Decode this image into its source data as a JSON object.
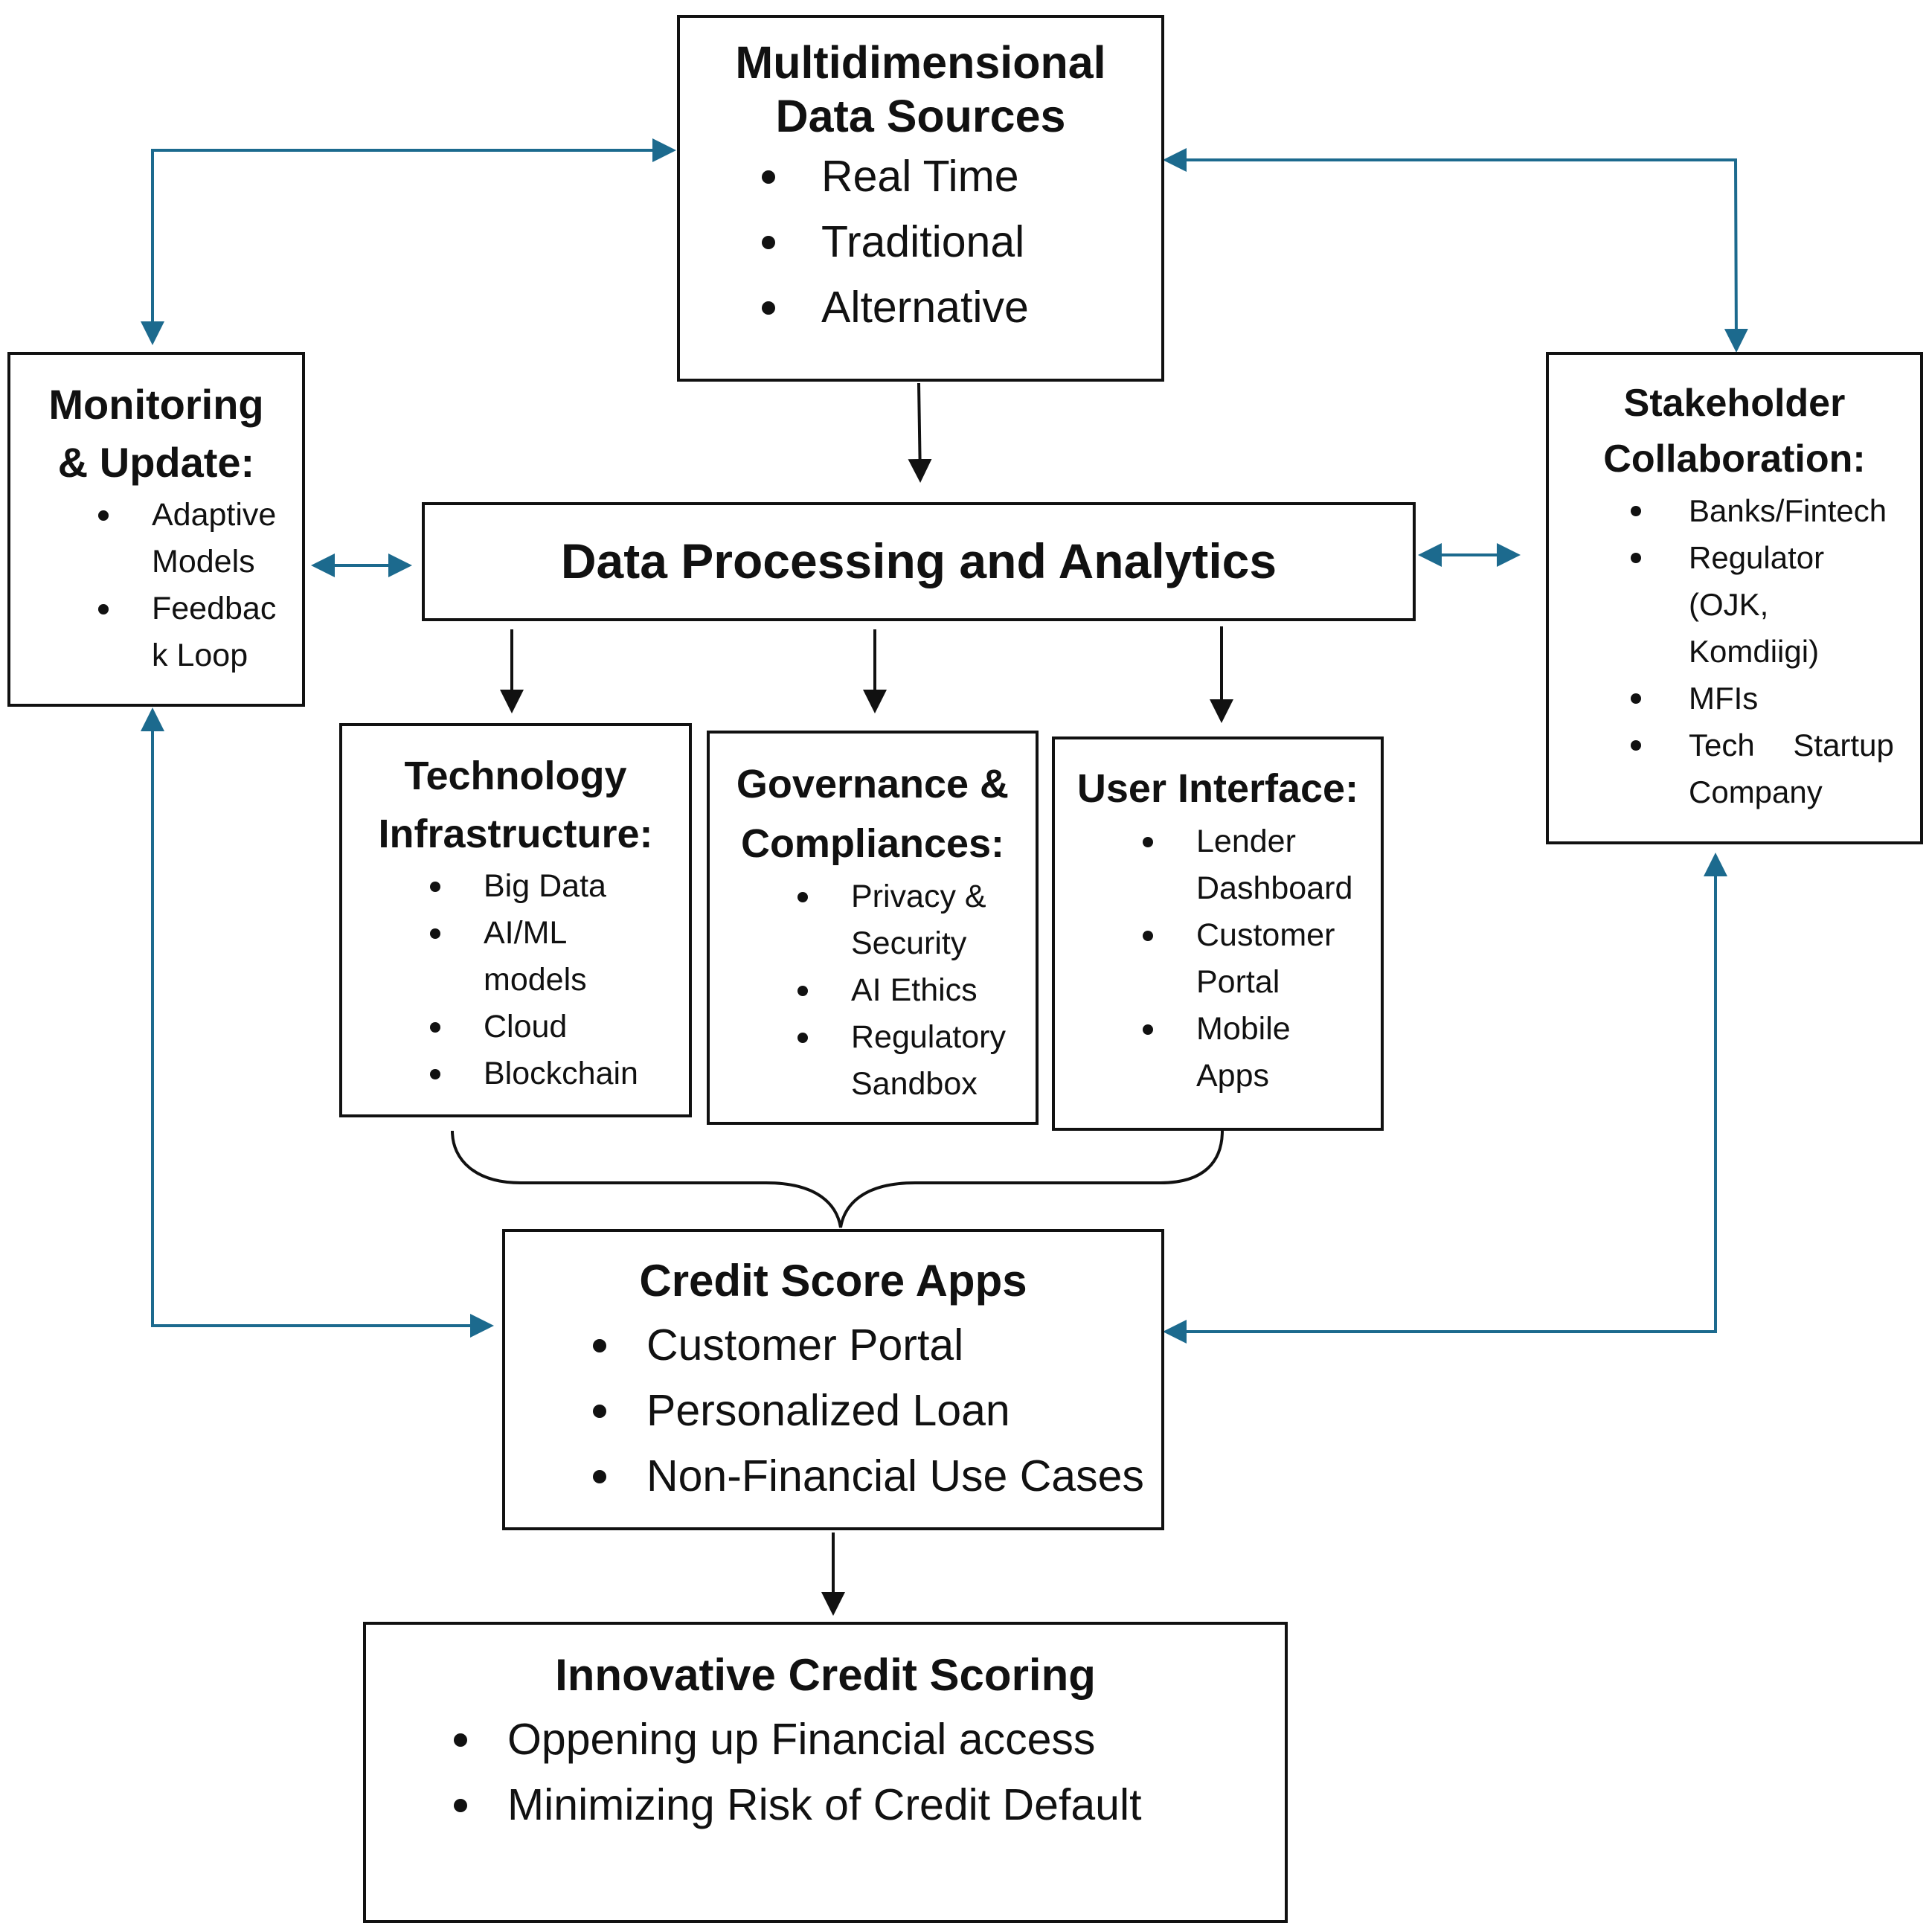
{
  "colors": {
    "accent_arrow": "#1c6a8e",
    "black_arrow": "#111111",
    "border": "#111111"
  },
  "boxes": {
    "sources": {
      "title": [
        "Multidimensional",
        "Data Sources"
      ],
      "items": [
        "Real Time",
        "Traditional",
        "Alternative"
      ]
    },
    "processing": {
      "title": "Data Processing and Analytics"
    },
    "monitoring": {
      "title": [
        "Monitoring",
        "& Update:"
      ],
      "items": [
        "Adaptive Models",
        "Feedback Loop"
      ]
    },
    "stakeholder": {
      "title": [
        "Stakeholder",
        "Collaboration:"
      ],
      "items": [
        "Banks/Fintech",
        "Regulator (OJK, Komdiigi)",
        "MFIs",
        "Tech Startup Company"
      ]
    },
    "technology": {
      "title": [
        "Technology",
        "Infrastructure:"
      ],
      "items": [
        "Big Data",
        "AI/ML models",
        "Cloud",
        "Blockchain"
      ]
    },
    "governance": {
      "title": [
        "Governance &",
        "Compliances:"
      ],
      "items": [
        "Privacy & Security",
        "AI Ethics",
        "Regulatory Sandbox"
      ]
    },
    "ui": {
      "title": [
        "User Interface:"
      ],
      "items": [
        "Lender Dashboard",
        "Customer Portal",
        "Mobile Apps"
      ]
    },
    "apps": {
      "title": [
        "Credit Score Apps"
      ],
      "items": [
        "Customer Portal",
        "Personalized Loan",
        "Non-Financial Use Cases"
      ]
    },
    "innovative": {
      "title": [
        "Innovative Credit Scoring"
      ],
      "items": [
        "Oppening up Financial access",
        "Minimizing Risk of Credit Default"
      ]
    }
  }
}
